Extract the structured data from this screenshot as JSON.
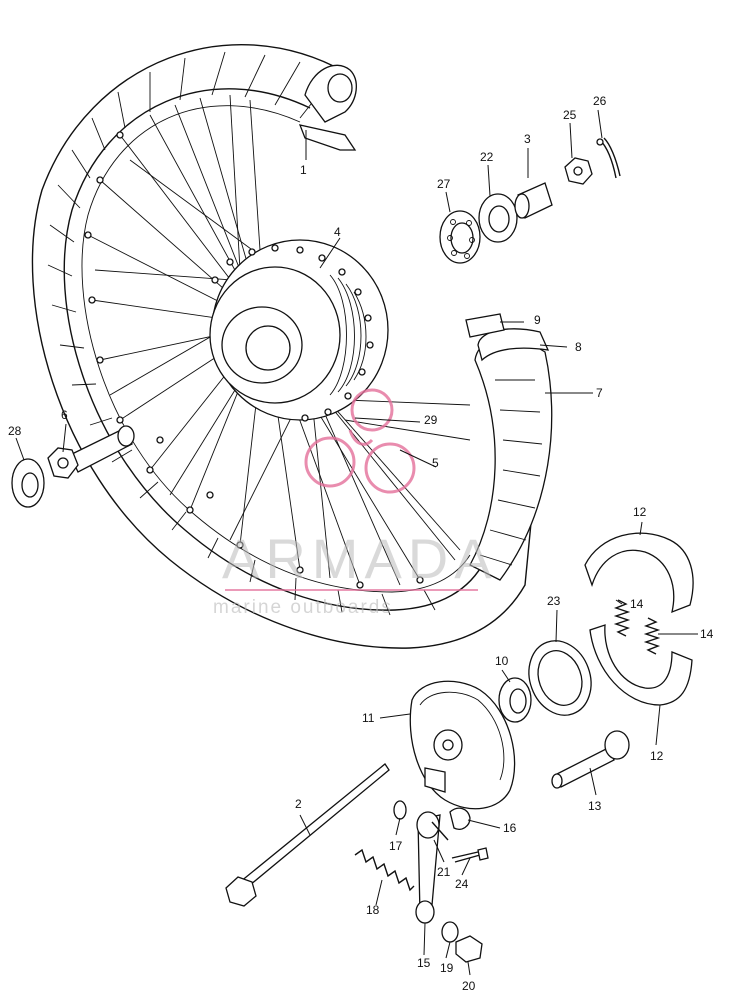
{
  "colors": {
    "ink": "#111111",
    "watermark_gray": "#b9b9b9",
    "watermark_pink": "#e36f9a"
  },
  "watermark": {
    "brand": "ARMADA",
    "tagline": "marine outboards"
  },
  "callouts": [
    {
      "id": "c1",
      "label": "1"
    },
    {
      "id": "c2",
      "label": "2"
    },
    {
      "id": "c3",
      "label": "3"
    },
    {
      "id": "c4",
      "label": "4"
    },
    {
      "id": "c5",
      "label": "5"
    },
    {
      "id": "c6",
      "label": "6"
    },
    {
      "id": "c7",
      "label": "7"
    },
    {
      "id": "c8",
      "label": "8"
    },
    {
      "id": "c9",
      "label": "9"
    },
    {
      "id": "c10",
      "label": "10"
    },
    {
      "id": "c11",
      "label": "11"
    },
    {
      "id": "c12a",
      "label": "12"
    },
    {
      "id": "c12b",
      "label": "12"
    },
    {
      "id": "c13",
      "label": "13"
    },
    {
      "id": "c14a",
      "label": "14"
    },
    {
      "id": "c14b",
      "label": "14"
    },
    {
      "id": "c15",
      "label": "15"
    },
    {
      "id": "c16",
      "label": "16"
    },
    {
      "id": "c17",
      "label": "17"
    },
    {
      "id": "c18",
      "label": "18"
    },
    {
      "id": "c19",
      "label": "19"
    },
    {
      "id": "c20",
      "label": "20"
    },
    {
      "id": "c21",
      "label": "21"
    },
    {
      "id": "c22",
      "label": "22"
    },
    {
      "id": "c23",
      "label": "23"
    },
    {
      "id": "c24",
      "label": "24"
    },
    {
      "id": "c25",
      "label": "25"
    },
    {
      "id": "c26",
      "label": "26"
    },
    {
      "id": "c27",
      "label": "27"
    },
    {
      "id": "c28",
      "label": "28"
    },
    {
      "id": "c29",
      "label": "29"
    }
  ]
}
